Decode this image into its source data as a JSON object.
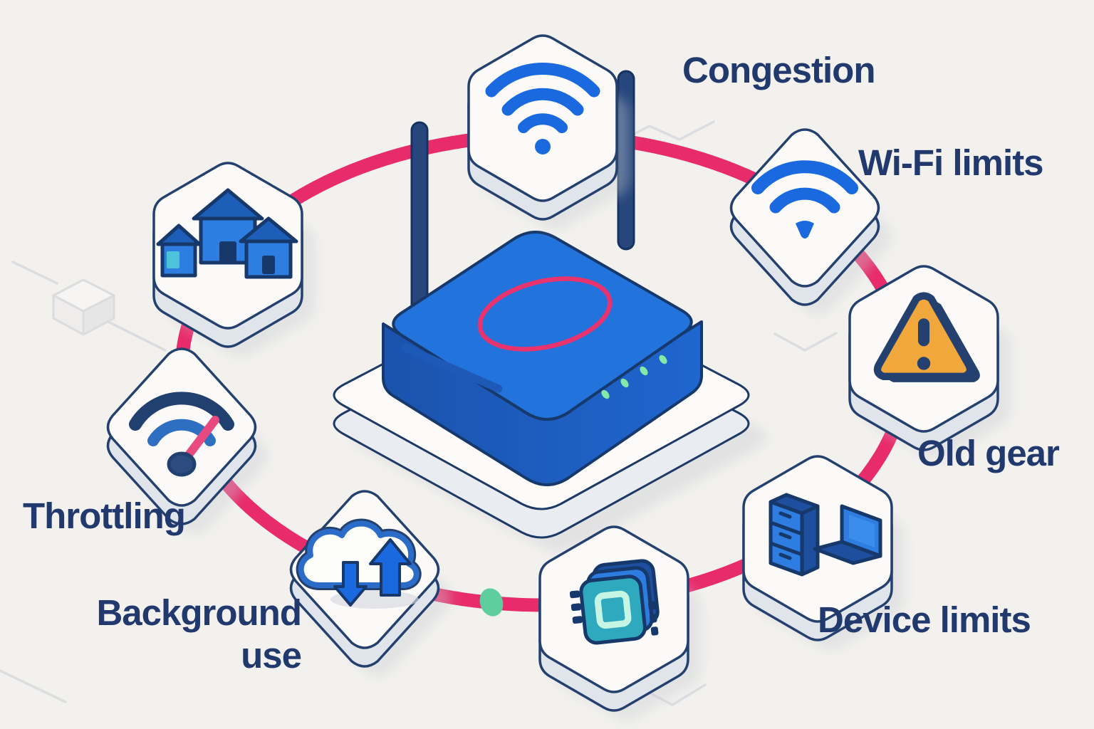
{
  "scene": {
    "background_color": "#f2f1ee",
    "ring_color": "#e82c6b",
    "outline_color": "#24406e",
    "text_color": "#21396d"
  },
  "labels": {
    "congestion": "Congestion",
    "wifi_limits": "Wi-Fi limits",
    "old_gear": "Old gear",
    "device_limits": "Device limits",
    "throttling": "Throttling",
    "background_line1": "Background",
    "background_line2": "use"
  },
  "palette": {
    "primary_blue": "#1a69df",
    "mid_blue": "#2e7de0",
    "dark_blue": "#1d4f9e",
    "navy": "#24406e",
    "pink": "#e82c6b",
    "amber": "#f0a83c",
    "teal": "#2fa9bd",
    "teal_dot": "#5fce9e",
    "led_green": "#84e8a6",
    "tile_face": "#fbfaf8",
    "tile_side": "#e0e5ec"
  },
  "tiles": [
    {
      "icon": "houses-icon"
    },
    {
      "icon": "wifi-signal-icon"
    },
    {
      "icon": "wifi-signal-icon"
    },
    {
      "icon": "warning-triangle-icon"
    },
    {
      "icon": "server-laptop-icon"
    },
    {
      "icon": "cpu-chip-icon"
    },
    {
      "icon": "cloud-transfer-icon"
    },
    {
      "icon": "wifi-speedometer-icon"
    }
  ],
  "center_device": {
    "type": "wifi-router",
    "antenna_count": 2,
    "led_count": 4
  }
}
